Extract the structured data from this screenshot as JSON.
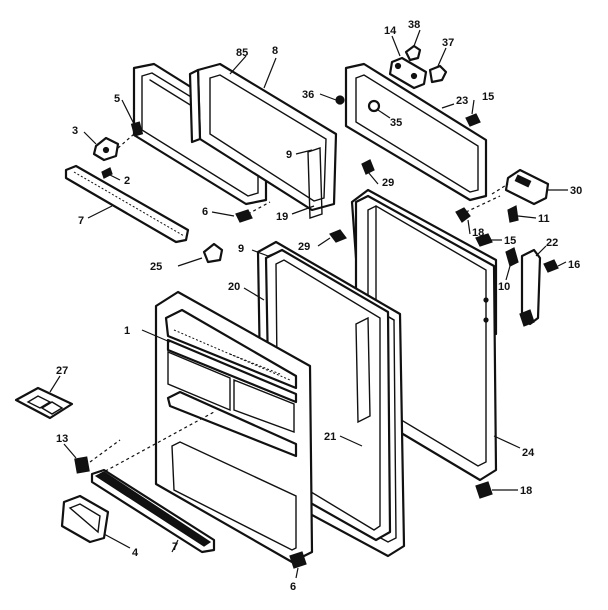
{
  "labels": {
    "l1": "1",
    "l2": "2",
    "l3": "3",
    "l4": "4",
    "l5": "5",
    "l6a": "6",
    "l6b": "6",
    "l7a": "7",
    "l7b": "7",
    "l8": "8",
    "l9a": "9",
    "l9b": "9",
    "l10": "10",
    "l11": "11",
    "l13": "13",
    "l14": "14",
    "l15a": "15",
    "l15b": "15",
    "l16": "16",
    "l18a": "18",
    "l18b": "18",
    "l19": "19",
    "l20": "20",
    "l21": "21",
    "l22": "22",
    "l23": "23",
    "l24": "24",
    "l25": "25",
    "l27": "27",
    "l29a": "29",
    "l29b": "29",
    "l30": "30",
    "l35": "35",
    "l36": "36",
    "l37": "37",
    "l38": "38",
    "l85": "85"
  }
}
